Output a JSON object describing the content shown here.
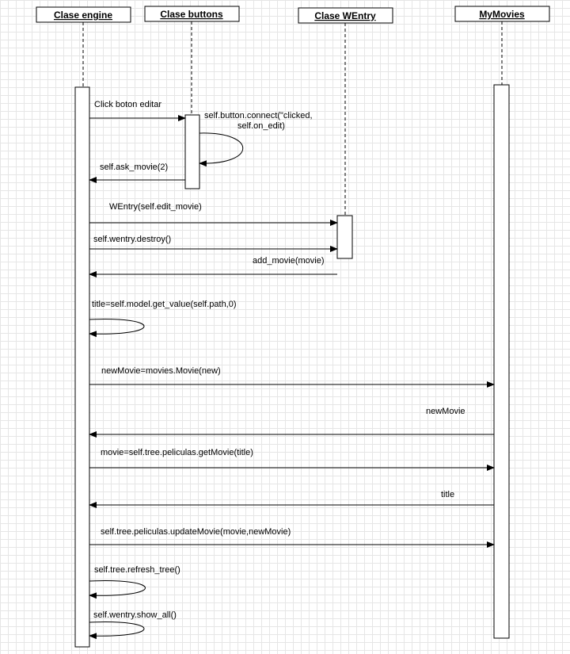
{
  "participants": [
    {
      "name": "Clase engine"
    },
    {
      "name": "Clase buttons"
    },
    {
      "name": "Clase WEntry"
    },
    {
      "name": "MyMovies"
    }
  ],
  "messages": [
    {
      "from": "Clase engine",
      "to": "Clase buttons",
      "label": "Click boton editar"
    },
    {
      "from": "Clase buttons",
      "to": "Clase buttons",
      "label_lines": [
        "self.button.connect(\"clicked,",
        "self.on_edit)"
      ]
    },
    {
      "from": "Clase buttons",
      "to": "Clase engine",
      "label": "self.ask_movie(2)"
    },
    {
      "from": "Clase engine",
      "to": "Clase WEntry",
      "label": "WEntry(self.edit_movie)"
    },
    {
      "from": "Clase engine",
      "to": "Clase WEntry",
      "label": "self.wentry.destroy()"
    },
    {
      "from": "Clase WEntry",
      "to": "Clase engine",
      "label": "add_movie(movie)"
    },
    {
      "from": "Clase engine",
      "to": "Clase engine",
      "label": "title=self.model.get_value(self.path,0)"
    },
    {
      "from": "Clase engine",
      "to": "MyMovies",
      "label": "newMovie=movies.Movie(new)"
    },
    {
      "from": "MyMovies",
      "to": "Clase engine",
      "label": "newMovie"
    },
    {
      "from": "Clase engine",
      "to": "MyMovies",
      "label": "movie=self.tree.peliculas.getMovie(title)"
    },
    {
      "from": "MyMovies",
      "to": "Clase engine",
      "label": "title"
    },
    {
      "from": "Clase engine",
      "to": "MyMovies",
      "label": "self.tree.peliculas.updateMovie(movie,newMovie)"
    },
    {
      "from": "Clase engine",
      "to": "Clase engine",
      "label": "self.tree.refresh_tree()"
    },
    {
      "from": "Clase engine",
      "to": "Clase engine",
      "label": "self.wentry.show_all()"
    }
  ]
}
